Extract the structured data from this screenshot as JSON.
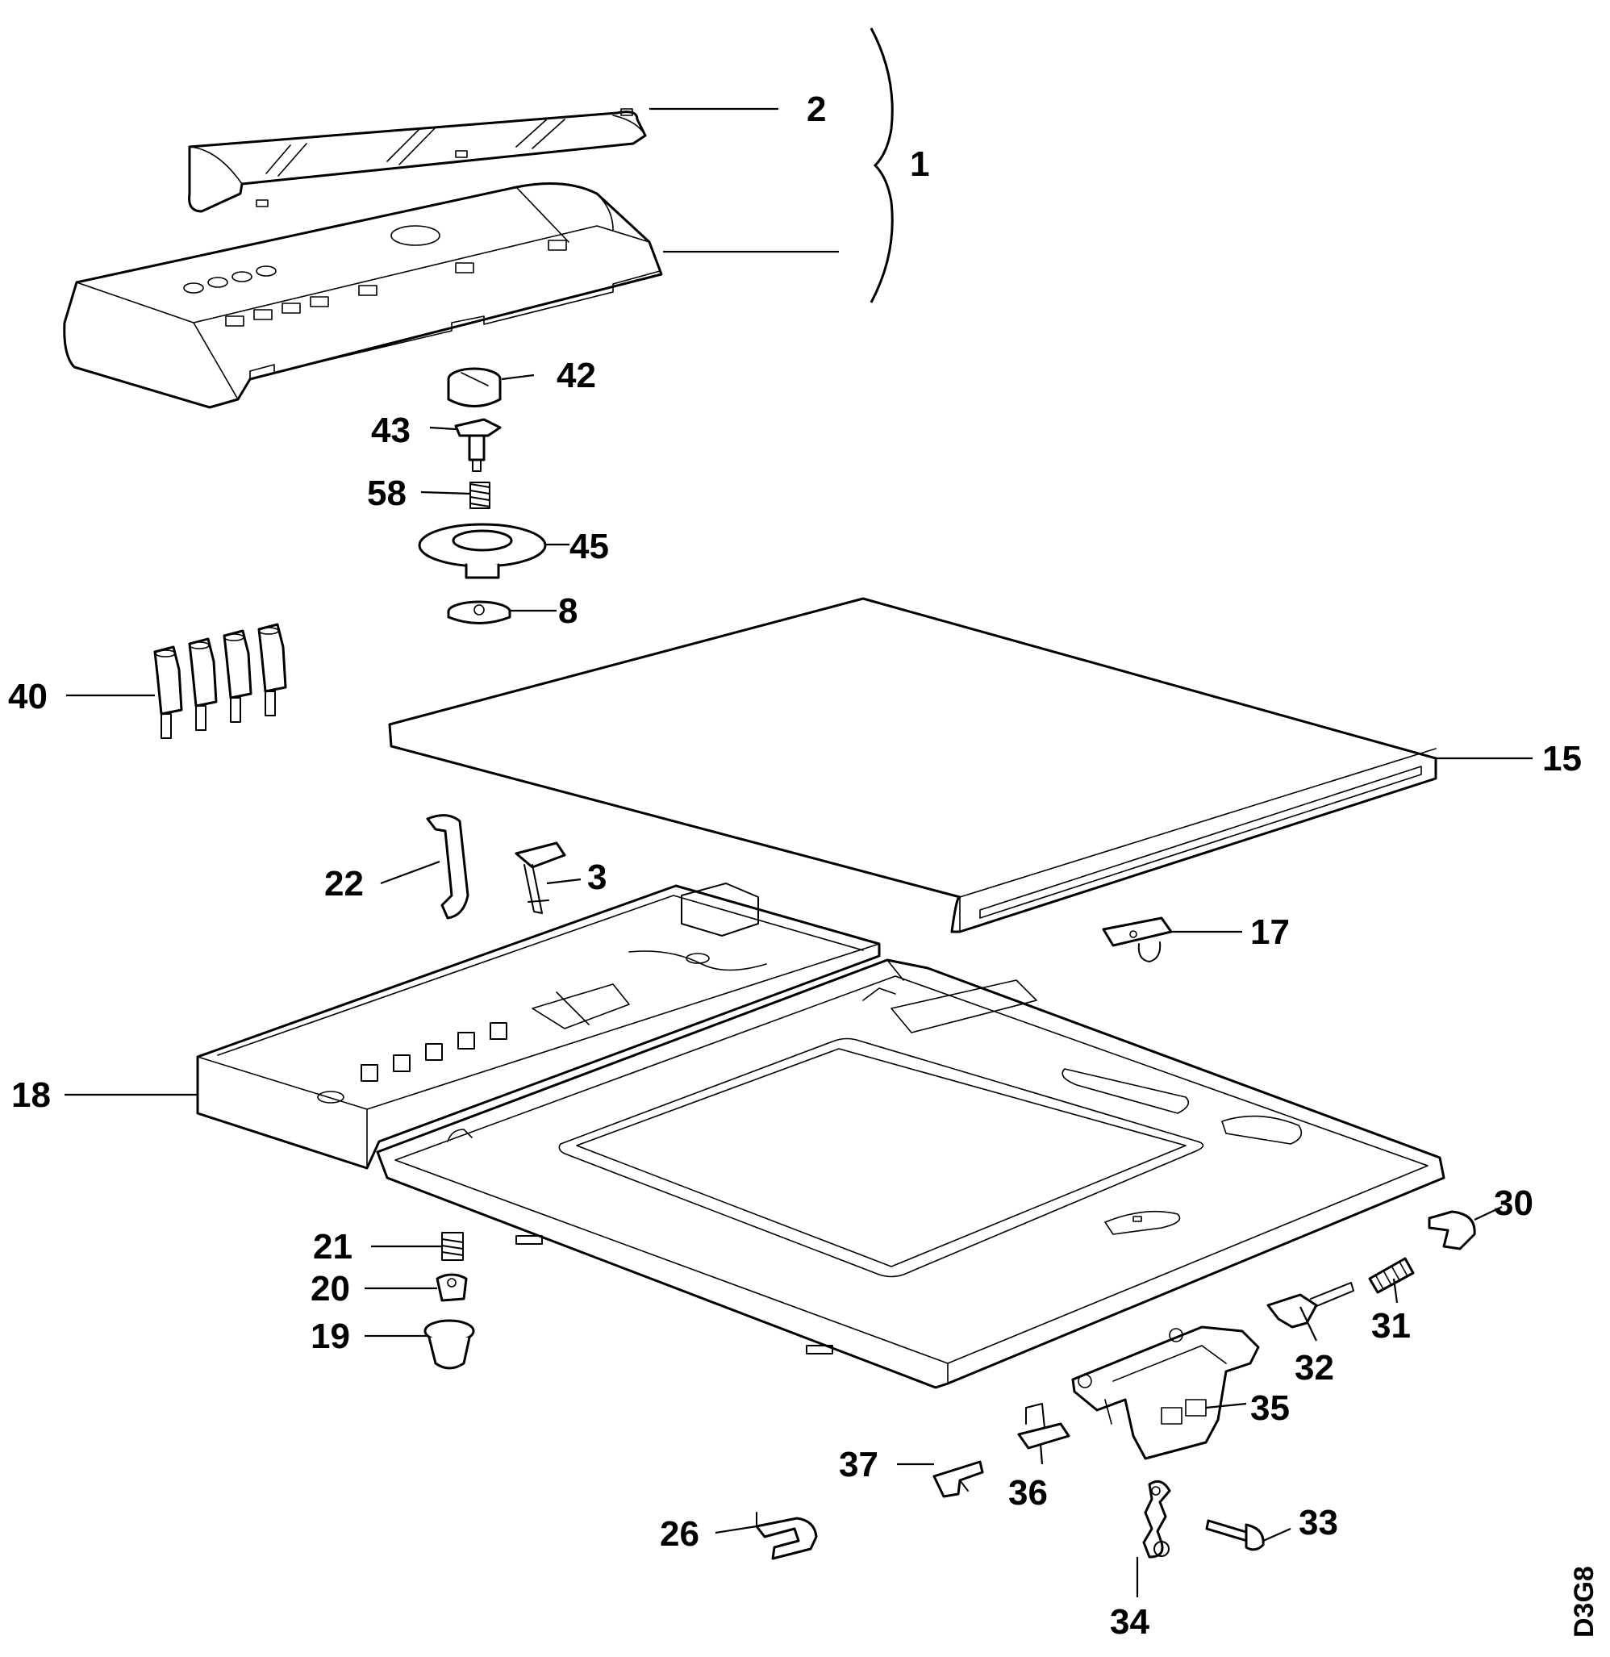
{
  "diagram": {
    "drawing_code": "D3G8",
    "callouts": {
      "c1": "1",
      "c2": "2",
      "c3": "3",
      "c8": "8",
      "c15": "15",
      "c17": "17",
      "c18": "18",
      "c19": "19",
      "c20": "20",
      "c21": "21",
      "c22": "22",
      "c26": "26",
      "c30": "30",
      "c31": "31",
      "c32": "32",
      "c33": "33",
      "c34": "34",
      "c35": "35",
      "c36": "36",
      "c37": "37",
      "c40": "40",
      "c42": "42",
      "c43": "43",
      "c45": "45",
      "c58": "58"
    }
  }
}
